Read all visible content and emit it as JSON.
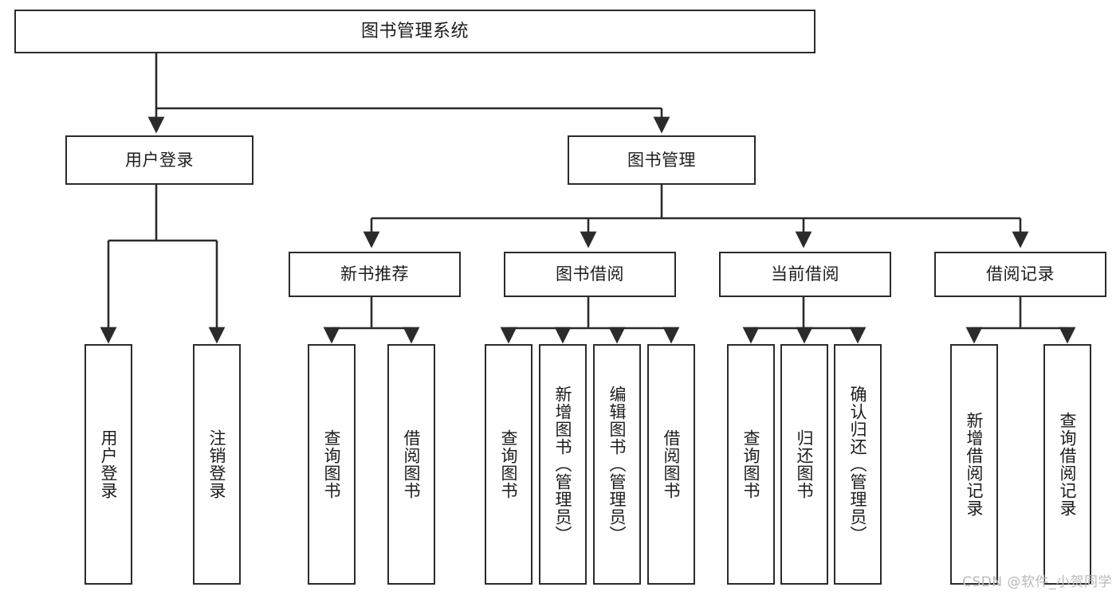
{
  "diagram": {
    "title": "图书管理系统",
    "watermark": "CSDN @软件_小贺同学",
    "line_color": "#2b2b2b",
    "box_fill": "#ffffff",
    "text_color": "#1c1c1c"
  },
  "nodes": {
    "root": {
      "label": "图书管理系统"
    },
    "level2": [
      {
        "label": "用户登录"
      },
      {
        "label": "图书管理"
      }
    ],
    "level3": [
      {
        "label": "新书推荐"
      },
      {
        "label": "图书借阅"
      },
      {
        "label": "当前借阅"
      },
      {
        "label": "借阅记录"
      }
    ],
    "leaves": {
      "user_login": [
        {
          "label": "用户登录"
        },
        {
          "label": "注销登录"
        }
      ],
      "new_book_recommend": [
        {
          "label": "查询图书"
        },
        {
          "label": "借阅图书"
        }
      ],
      "book_borrow": [
        {
          "label": "查询图书"
        },
        {
          "label": "新增图书（管理员）"
        },
        {
          "label": "编辑图书（管理员）"
        },
        {
          "label": "借阅图书"
        }
      ],
      "current_borrow": [
        {
          "label": "查询图书"
        },
        {
          "label": "归还图书"
        },
        {
          "label": "确认归还（管理员）"
        }
      ],
      "borrow_record": [
        {
          "label": "新增借阅记录"
        },
        {
          "label": "查询借阅记录"
        }
      ]
    }
  }
}
